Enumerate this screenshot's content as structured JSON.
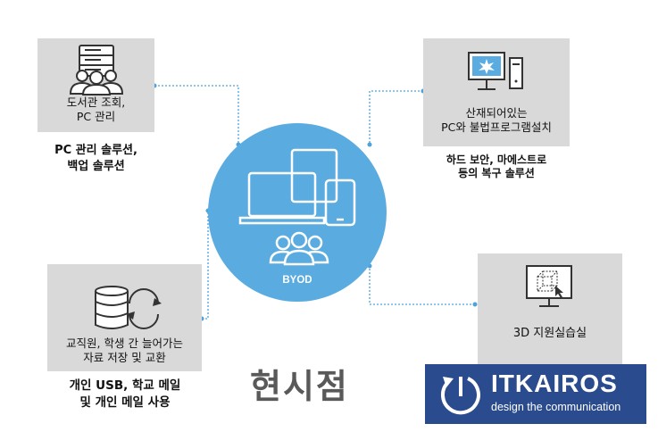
{
  "diagram": {
    "center": {
      "label": "BYOD"
    },
    "cards": [
      {
        "id": "top-left",
        "label": "도서관 조회,\nPC 관리",
        "caption": "PC 관리 솔루션,\n백업 솔루션",
        "icon": "server-users-icon"
      },
      {
        "id": "top-right",
        "label": "산재되어있는\nPC와 불법프로그램설치",
        "caption": "하드 보안, 마에스트로\n등의 복구 솔루션",
        "icon": "desktop-computer-icon"
      },
      {
        "id": "bottom-left",
        "label": "교직원, 학생 간 늘어가는\n자료 저장 및 교환",
        "caption": "개인 USB, 학교 메일\n및 개인 메일 사용",
        "icon": "storage-exchange-icon"
      },
      {
        "id": "bottom-right",
        "label": "3D 지원실습실",
        "caption": "",
        "icon": "3d-monitor-icon"
      }
    ],
    "title": "현시점"
  },
  "logo": {
    "name": "ITKAIROS",
    "tagline": "design the communication"
  },
  "colors": {
    "circle": "#5aace0",
    "card": "#d9d9d9",
    "connector": "#4ca3dd",
    "logo_bg": "#2a4b8d",
    "title": "#595959"
  }
}
